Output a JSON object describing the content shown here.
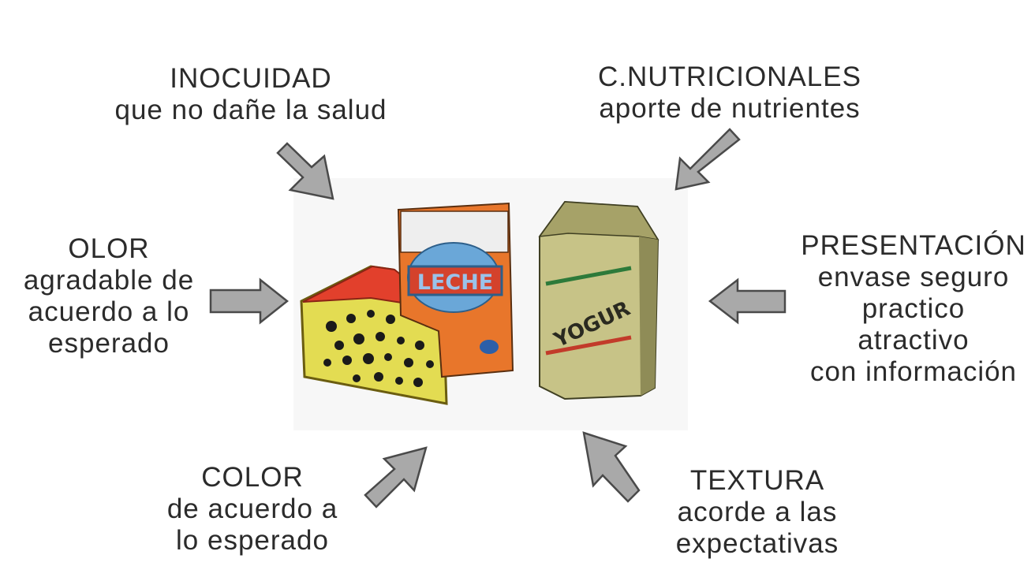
{
  "concepts": {
    "inocuidad": {
      "title": "INOCUIDAD",
      "lines": [
        "que no dañe la salud"
      ]
    },
    "nutricionales": {
      "title": "C.NUTRICIONALES",
      "lines": [
        "aporte de nutrientes"
      ]
    },
    "olor": {
      "title": "OLOR",
      "lines": [
        "agradable de",
        "acuerdo a lo",
        "esperado"
      ]
    },
    "presentacion": {
      "title": "PRESENTACIÓN",
      "lines": [
        "envase seguro",
        "practico",
        "atractivo",
        "con información"
      ]
    },
    "color": {
      "title": "COLOR",
      "lines": [
        "de acuerdo a",
        "lo esperado"
      ]
    },
    "textura": {
      "title": "TEXTURA",
      "lines": [
        "acorde a las",
        "expectativas"
      ]
    }
  },
  "products": {
    "milk_bag_text": "LECHE",
    "yogurt_box_text": "YOGUR"
  },
  "colors": {
    "arrow_fill": "#a9a9a9",
    "arrow_stroke": "#4a4a4a",
    "cheese_yellow": "#e3dc52",
    "cheese_rind": "#e2402c",
    "milk_bag": "#e8762b",
    "milk_blue": "#6aa7d8",
    "yogurt_box": "#c7c387"
  }
}
